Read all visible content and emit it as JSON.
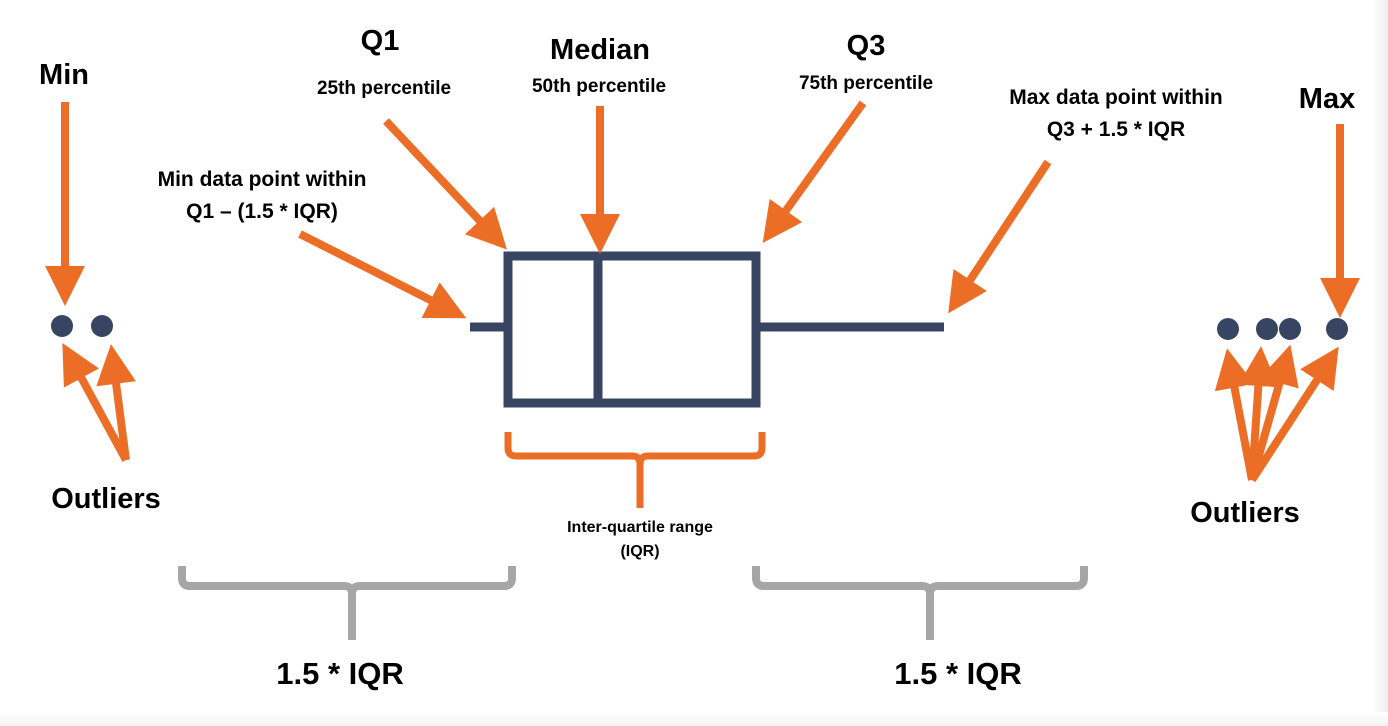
{
  "colors": {
    "box": "#374462",
    "arrow": "#ec6e26",
    "bracket_gray": "#a6a6a6",
    "text": "#000000"
  },
  "labels": {
    "min": "Min",
    "max": "Max",
    "q1": "Q1",
    "q1_sub": "25th percentile",
    "median": "Median",
    "median_sub": "50th percentile",
    "q3": "Q3",
    "q3_sub": "75th percentile",
    "min_within_line1": "Min data point within",
    "min_within_line2": "Q1 – (1.5 * IQR)",
    "max_within_line1": "Max data point within",
    "max_within_line2": "Q3 + 1.5 * IQR",
    "outliers_left": "Outliers",
    "outliers_right": "Outliers",
    "iqr_line1": "Inter-quartile range",
    "iqr_line2": "(IQR)",
    "left_range": "1.5 * IQR",
    "right_range": "1.5 * IQR"
  }
}
